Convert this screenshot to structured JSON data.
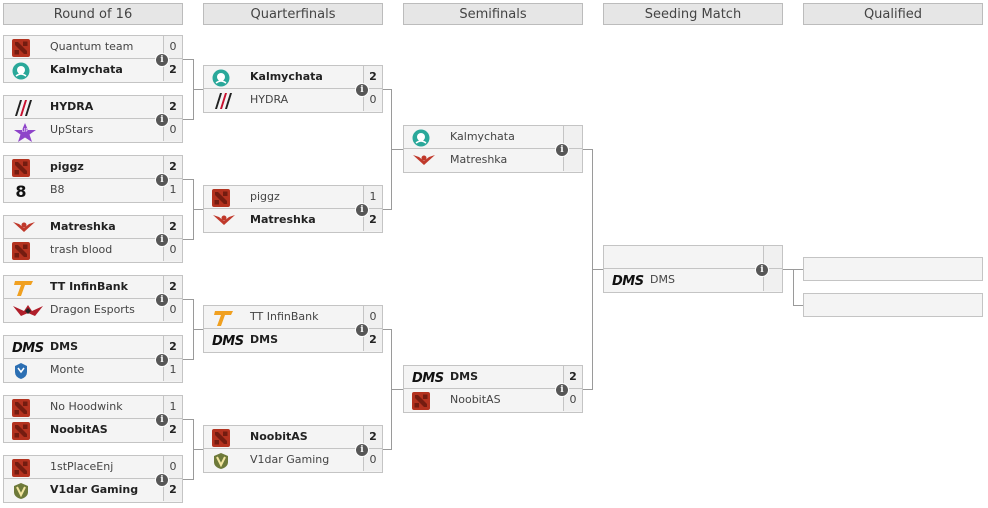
{
  "rounds": [
    "Round of 16",
    "Quarterfinals",
    "Semifinals",
    "Seeding Match",
    "Qualified"
  ],
  "matches": [
    {
      "id": "r16-1",
      "teams": [
        {
          "name": "Quantum team",
          "score": "0",
          "logo": "dota",
          "win": false
        },
        {
          "name": "Kalmychata",
          "score": "2",
          "logo": "kalmy",
          "win": true
        }
      ]
    },
    {
      "id": "r16-2",
      "teams": [
        {
          "name": "HYDRA",
          "score": "2",
          "logo": "hydra",
          "win": true
        },
        {
          "name": "UpStars",
          "score": "0",
          "logo": "upstars",
          "win": false
        }
      ]
    },
    {
      "id": "r16-3",
      "teams": [
        {
          "name": "piggz",
          "score": "2",
          "logo": "dota",
          "win": true
        },
        {
          "name": "B8",
          "score": "1",
          "logo": "b8",
          "win": false
        }
      ]
    },
    {
      "id": "r16-4",
      "teams": [
        {
          "name": "Matreshka",
          "score": "2",
          "logo": "matreshka",
          "win": true
        },
        {
          "name": "trash blood",
          "score": "0",
          "logo": "dota",
          "win": false
        }
      ]
    },
    {
      "id": "r16-5",
      "teams": [
        {
          "name": "TT InfinBank",
          "score": "2",
          "logo": "ttinfin",
          "win": true
        },
        {
          "name": "Dragon Esports",
          "score": "0",
          "logo": "dragon",
          "win": false
        }
      ]
    },
    {
      "id": "r16-6",
      "teams": [
        {
          "name": "DMS",
          "score": "2",
          "logo": "dms",
          "win": true
        },
        {
          "name": "Monte",
          "score": "1",
          "logo": "monte",
          "win": false
        }
      ]
    },
    {
      "id": "r16-7",
      "teams": [
        {
          "name": "No Hoodwink",
          "score": "1",
          "logo": "dota",
          "win": false
        },
        {
          "name": "NoobitAS",
          "score": "2",
          "logo": "dota",
          "win": true
        }
      ]
    },
    {
      "id": "r16-8",
      "teams": [
        {
          "name": "1stPlaceEnj",
          "score": "0",
          "logo": "dota",
          "win": false
        },
        {
          "name": "V1dar Gaming",
          "score": "2",
          "logo": "v1dar",
          "win": true
        }
      ]
    },
    {
      "id": "qf-1",
      "teams": [
        {
          "name": "Kalmychata",
          "score": "2",
          "logo": "kalmy",
          "win": true
        },
        {
          "name": "HYDRA",
          "score": "0",
          "logo": "hydra",
          "win": false
        }
      ]
    },
    {
      "id": "qf-2",
      "teams": [
        {
          "name": "piggz",
          "score": "1",
          "logo": "dota",
          "win": false
        },
        {
          "name": "Matreshka",
          "score": "2",
          "logo": "matreshka",
          "win": true
        }
      ]
    },
    {
      "id": "qf-3",
      "teams": [
        {
          "name": "TT InfinBank",
          "score": "0",
          "logo": "ttinfin",
          "win": false
        },
        {
          "name": "DMS",
          "score": "2",
          "logo": "dms",
          "win": true
        }
      ]
    },
    {
      "id": "qf-4",
      "teams": [
        {
          "name": "NoobitAS",
          "score": "2",
          "logo": "dota",
          "win": true
        },
        {
          "name": "V1dar Gaming",
          "score": "0",
          "logo": "v1dar",
          "win": false
        }
      ]
    },
    {
      "id": "sf-1",
      "teams": [
        {
          "name": "Kalmychata",
          "score": "",
          "logo": "kalmy",
          "win": false
        },
        {
          "name": "Matreshka",
          "score": "",
          "logo": "matreshka",
          "win": false
        }
      ]
    },
    {
      "id": "sf-2",
      "teams": [
        {
          "name": "DMS",
          "score": "2",
          "logo": "dms",
          "win": true
        },
        {
          "name": "NoobitAS",
          "score": "0",
          "logo": "dota",
          "win": false
        }
      ]
    },
    {
      "id": "seed-1",
      "teams": [
        {
          "name": "",
          "score": "",
          "logo": "",
          "win": false
        },
        {
          "name": "DMS",
          "score": "",
          "logo": "dms",
          "win": false
        }
      ]
    }
  ],
  "info_label": "i",
  "colors": {
    "dota": "#b3321f",
    "kalmy": "#2aa89a",
    "hydra": "#c8102e",
    "upstars": "#8e44c9",
    "matreshka": "#c0392b",
    "ttinfin": "#f0a020",
    "dragon": "#b01e2a",
    "monte": "#2c6fb3",
    "v1dar": "#6e7a3a"
  }
}
